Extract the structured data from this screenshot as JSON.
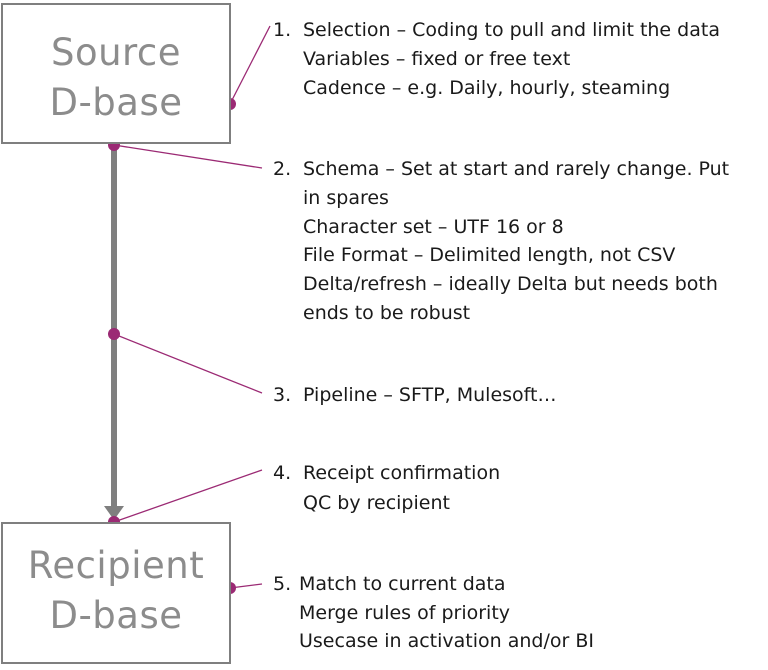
{
  "boxes": {
    "source": {
      "line1": "Source",
      "line2": "D-base"
    },
    "recipient": {
      "line1": "Recipient",
      "line2": "D-base"
    }
  },
  "notes": [
    {
      "number": "1.",
      "lines": [
        "Selection – Coding to pull and limit the data",
        "Variables – fixed or free text",
        "Cadence – e.g. Daily, hourly, steaming"
      ]
    },
    {
      "number": "2.",
      "lines": [
        "Schema – Set at start and rarely change. Put",
        "in spares",
        "Character set – UTF 16 or 8",
        "File Format – Delimited length, not CSV",
        "Delta/refresh – ideally Delta but needs both",
        "ends to be robust"
      ]
    },
    {
      "number": "3.",
      "lines": [
        "Pipeline – SFTP, Mulesoft…"
      ]
    },
    {
      "number": "4.",
      "lines": [
        "Receipt confirmation",
        "QC by recipient"
      ]
    },
    {
      "number": "5.",
      "lines": [
        "Match to current data",
        "Merge rules of priority",
        "Usecase in activation and/or BI"
      ]
    }
  ],
  "colors": {
    "box_border": "#7f7f7f",
    "box_text": "#8c8c8c",
    "arrow": "#7f7f7f",
    "connector": "#9b2a74",
    "dot": "#9b2a74",
    "note_text": "#1a1a1a"
  }
}
